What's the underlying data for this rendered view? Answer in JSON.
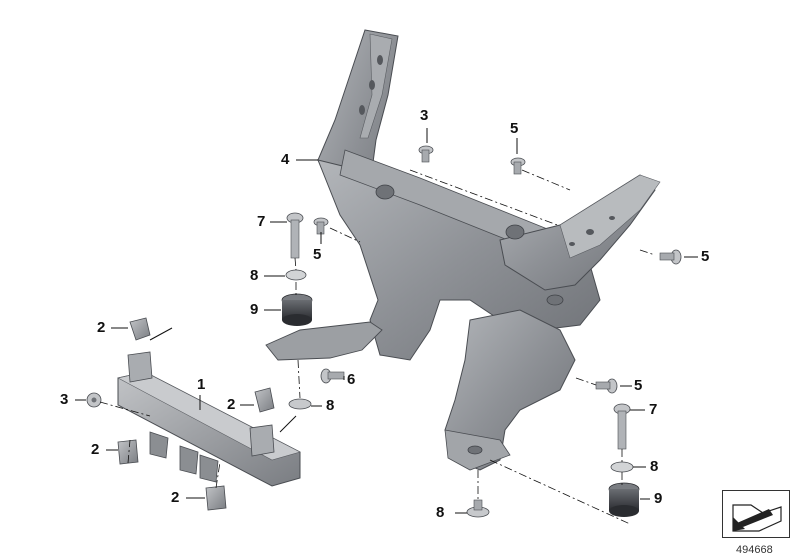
{
  "catalog_number": "494668",
  "nav_icon": "arrow-down-left-icon",
  "colors": {
    "part": "#8e9196",
    "part_dark": "#5f6368",
    "part_light": "#b6b9bd",
    "line": "#111111"
  },
  "callouts": {
    "c1": "1",
    "c2a": "2",
    "c2b": "2",
    "c2c": "2",
    "c2d": "2",
    "c3a": "3",
    "c3b": "3",
    "c4": "4",
    "c5a": "5",
    "c5b": "5",
    "c5c": "5",
    "c5d": "5",
    "c6": "6",
    "c7a": "7",
    "c7b": "7",
    "c8a": "8",
    "c8b": "8",
    "c8c": "8",
    "c8d": "8",
    "c9a": "9",
    "c9b": "9"
  }
}
